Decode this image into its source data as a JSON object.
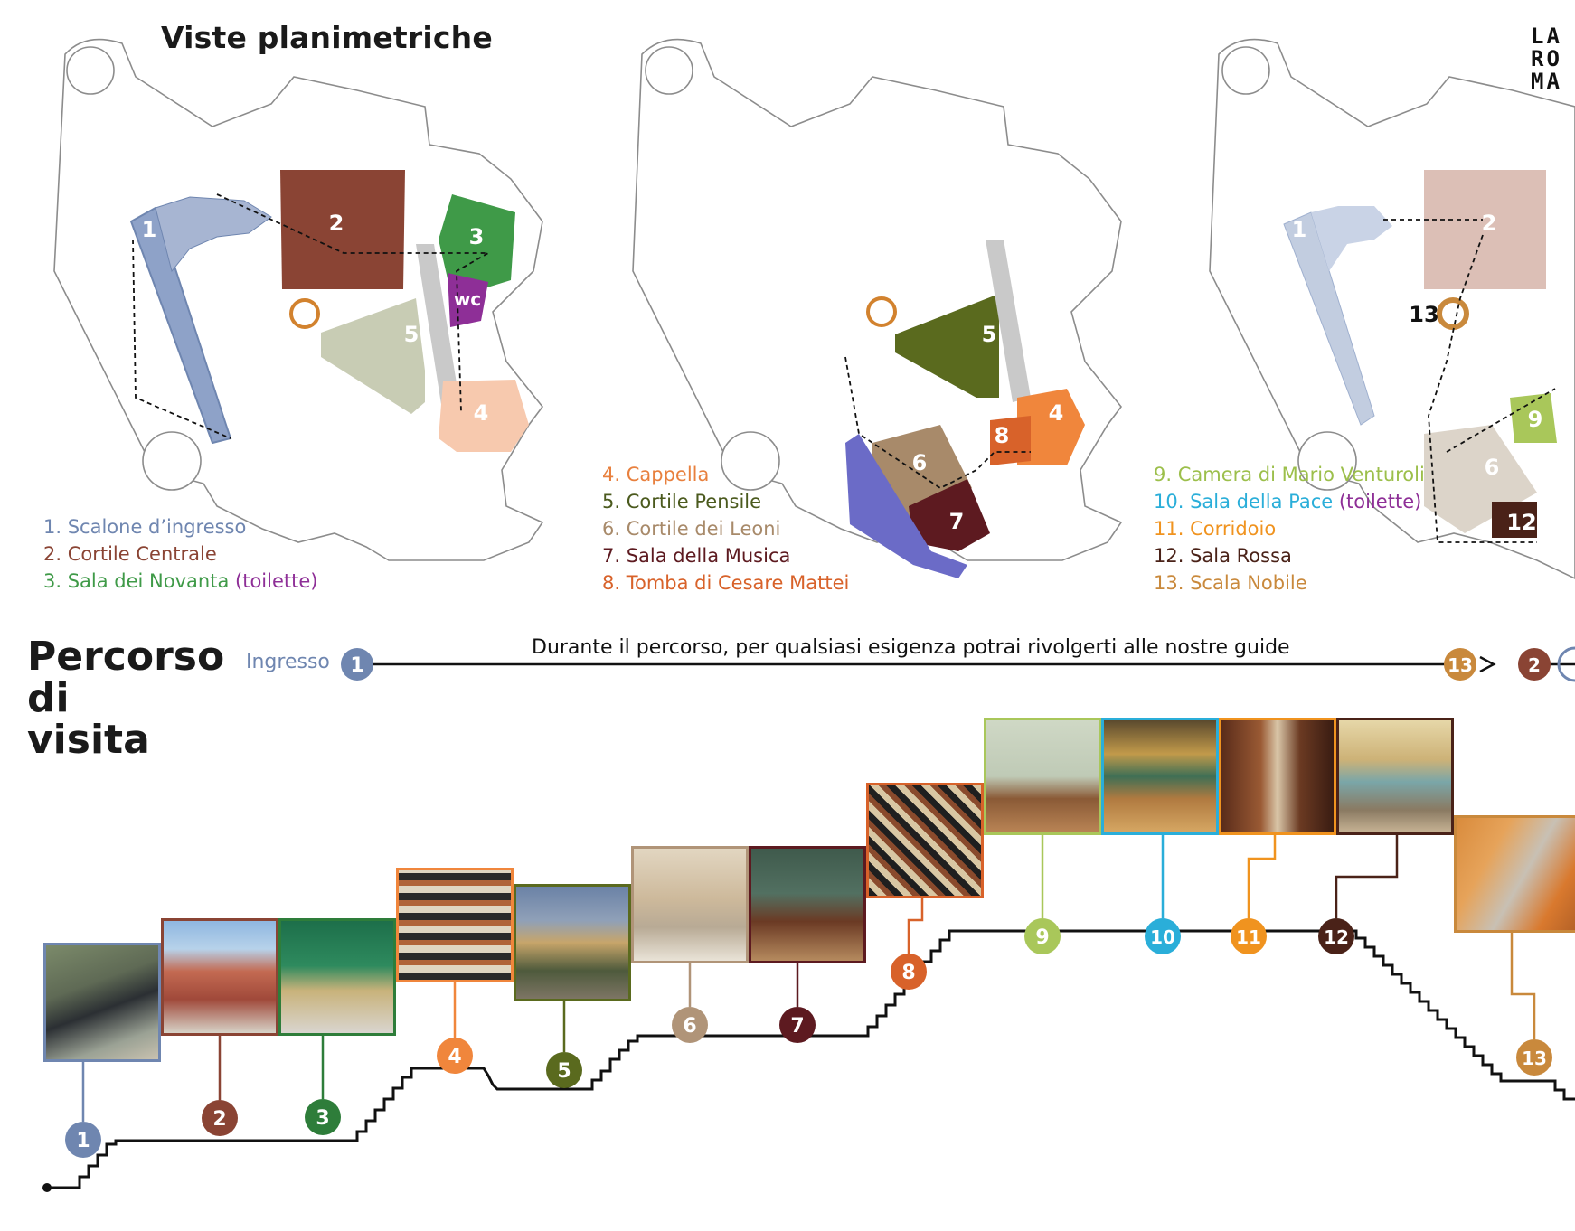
{
  "header": {
    "title": "Viste planimetriche",
    "logo_lines": [
      "LA",
      "RO",
      "MA"
    ]
  },
  "legend_groups": [
    {
      "items": [
        {
          "label": "1. Scalone d’ingresso",
          "color": "#6f86b0"
        },
        {
          "label": "2. Cortile Centrale",
          "color": "#8a4434"
        },
        {
          "label": "3. Sala dei Novanta",
          "color": "#3f9a48",
          "suffix": "(toilette)",
          "suffix_color": "#8e2f97"
        }
      ]
    },
    {
      "items": [
        {
          "label": "4. Cappella",
          "color": "#e8803e"
        },
        {
          "label": "5. Cortile Pensile",
          "color": "#4b5a1e"
        },
        {
          "label": "6. Cortile dei Leoni",
          "color": "#a88a6a"
        },
        {
          "label": "7. Sala della Musica",
          "color": "#5d1a20"
        },
        {
          "label": "8. Tomba di Cesare Mattei",
          "color": "#d8622a"
        }
      ]
    },
    {
      "items": [
        {
          "label": "9. Camera di Mario Venturoli",
          "color": "#9cbf4b"
        },
        {
          "label": "10. Sala della Pace",
          "color": "#2aaed9",
          "suffix": "(toilette)",
          "suffix_color": "#8e2f97"
        },
        {
          "label": "11. Corridoio",
          "color": "#f0931f"
        },
        {
          "label": "12. Sala Rossa",
          "color": "#4a2218"
        },
        {
          "label": "13. Scala Nobile",
          "color": "#c9893c"
        }
      ]
    }
  ],
  "map_labels": {
    "wc": "wc",
    "map1": [
      "1",
      "2",
      "3",
      "4",
      "5"
    ],
    "map2": [
      "4",
      "5",
      "6",
      "7",
      "8"
    ],
    "map3": [
      "1",
      "2",
      "6",
      "9",
      "12",
      "13"
    ]
  },
  "route": {
    "title_lines": [
      "Percorso",
      "di",
      "visita"
    ],
    "ingresso": "Ingresso",
    "note": "Durante il percorso, per qualsiasi esigenza potrai rivolgerti alle nostre guide",
    "top_markers": [
      "1",
      "13",
      "2"
    ],
    "stops": [
      {
        "n": "1",
        "color": "#6f86b0"
      },
      {
        "n": "2",
        "color": "#8a4434"
      },
      {
        "n": "3",
        "color": "#2e7d3a"
      },
      {
        "n": "4",
        "color": "#f0863c"
      },
      {
        "n": "5",
        "color": "#5a6a1e"
      },
      {
        "n": "6",
        "color": "#b09478"
      },
      {
        "n": "7",
        "color": "#5d1a20"
      },
      {
        "n": "8",
        "color": "#d8622a"
      },
      {
        "n": "9",
        "color": "#a9c75a"
      },
      {
        "n": "10",
        "color": "#2aaed9"
      },
      {
        "n": "11",
        "color": "#f0931f"
      },
      {
        "n": "12",
        "color": "#4a2218"
      },
      {
        "n": "13",
        "color": "#c9893c"
      }
    ]
  }
}
